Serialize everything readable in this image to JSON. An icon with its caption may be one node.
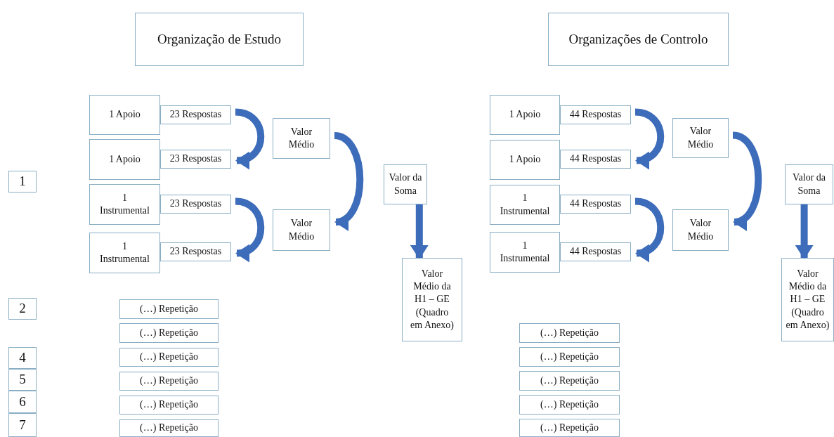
{
  "diagram": {
    "nodes": [
      {
        "text": [
          "Organização de Estudo"
        ]
      },
      {
        "text": [
          "Organizações de Controlo"
        ]
      },
      {
        "text": [
          "1"
        ]
      },
      {
        "text": [
          "1 Apoio"
        ]
      },
      {
        "text": [
          "23 Respostas"
        ]
      },
      {
        "text": [
          "1 Apoio"
        ]
      },
      {
        "text": [
          "23 Respostas"
        ]
      },
      {
        "text": [
          "1 Instrumental"
        ]
      },
      {
        "text": [
          "23 Respostas"
        ]
      },
      {
        "text": [
          "1 Instrumental"
        ]
      },
      {
        "text": [
          "23 Respostas"
        ]
      },
      {
        "text": [
          "Valor Médio"
        ]
      },
      {
        "text": [
          "Valor Médio"
        ]
      },
      {
        "text": [
          "Valor da Soma"
        ]
      },
      {
        "text": [
          "Valor Médio da H1 – GE (Quadro em Anexo)"
        ]
      },
      {
        "text": [
          "1 Apoio"
        ]
      },
      {
        "text": [
          "44 Respostas"
        ]
      },
      {
        "text": [
          "1 Apoio"
        ]
      },
      {
        "text": [
          "44 Respostas"
        ]
      },
      {
        "text": [
          "1 Instrumental"
        ]
      },
      {
        "text": [
          "44 Respostas"
        ]
      },
      {
        "text": [
          "1 Instrumental"
        ]
      },
      {
        "text": [
          "44 Respostas"
        ]
      },
      {
        "text": [
          "Valor Médio"
        ]
      },
      {
        "text": [
          "Valor Médio"
        ]
      },
      {
        "text": [
          "Valor da Soma"
        ]
      },
      {
        "text": [
          "Valor Médio da H1 – GE (Quadro em Anexo)"
        ]
      },
      {
        "text": [
          "2"
        ]
      },
      {
        "text": [
          "(…) Repetição"
        ]
      },
      {
        "text": [
          "(…) Repetição"
        ]
      },
      {
        "text": [
          "4"
        ]
      },
      {
        "text": [
          "(…) Repetição"
        ]
      },
      {
        "text": [
          "5"
        ]
      },
      {
        "text": [
          "(…) Repetição"
        ]
      },
      {
        "text": [
          "6"
        ]
      },
      {
        "text": [
          "(…) Repetição"
        ]
      },
      {
        "text": [
          "7"
        ]
      },
      {
        "text": [
          "(…) Repetição"
        ]
      },
      {
        "text": [
          "(…) Repetição"
        ]
      },
      {
        "text": [
          "(…) Repetição"
        ]
      },
      {
        "text": [
          "(…) Repetição"
        ]
      },
      {
        "text": [
          "(…) Repetição"
        ]
      },
      {
        "text": [
          "(…) Repetição"
        ]
      }
    ],
    "edges": [
      {
        "from": 4,
        "to": 6,
        "arrow": "to"
      },
      {
        "from": 8,
        "to": 10,
        "arrow": "to"
      },
      {
        "from": 11,
        "to": 12,
        "arrow": "to"
      },
      {
        "from": 13,
        "to": 14,
        "arrow": "to"
      },
      {
        "from": 16,
        "to": 18,
        "arrow": "to"
      },
      {
        "from": 20,
        "to": 22,
        "arrow": "to"
      },
      {
        "from": 23,
        "to": 24,
        "arrow": "to"
      },
      {
        "from": 25,
        "to": 26,
        "arrow": "to"
      }
    ]
  }
}
